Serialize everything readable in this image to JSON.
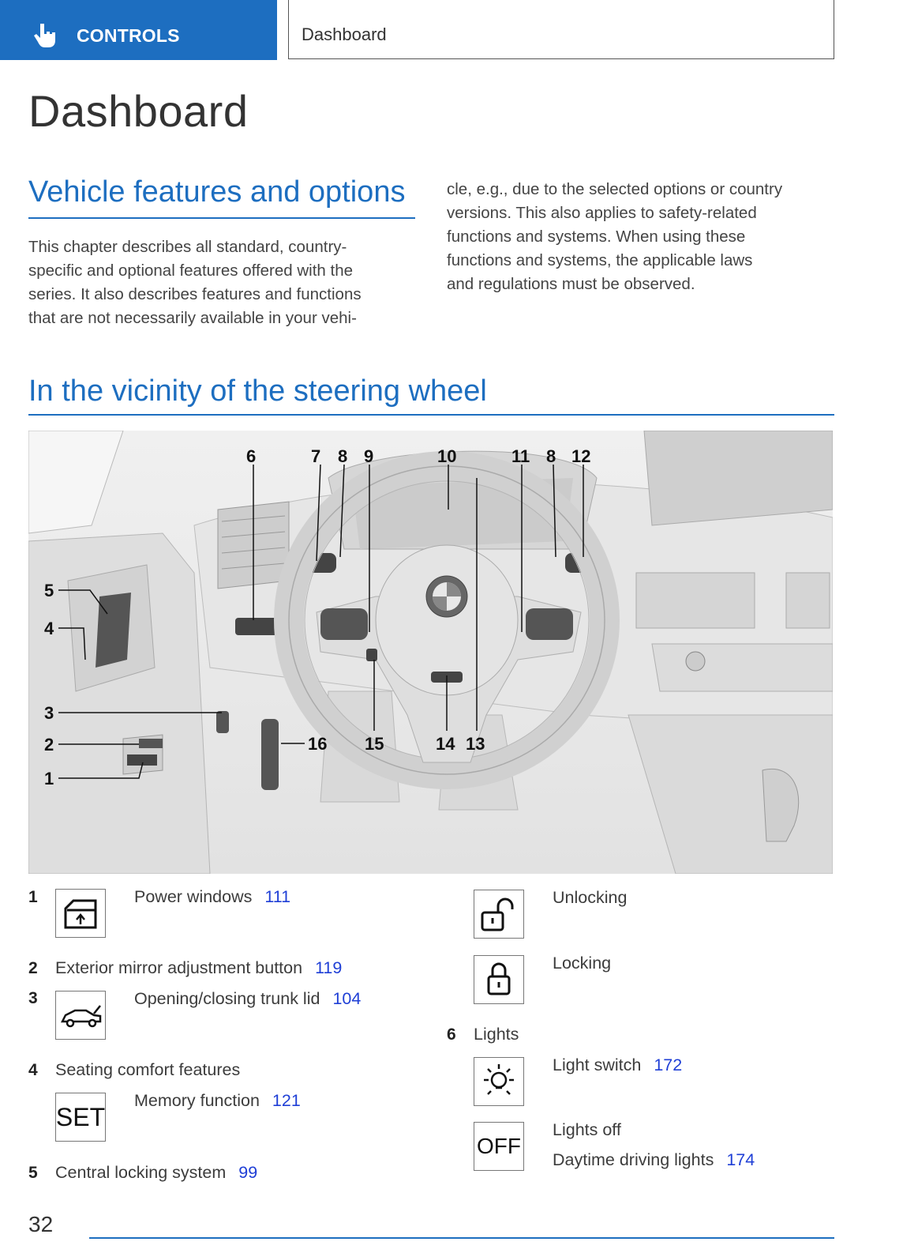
{
  "header": {
    "section_label": "CONTROLS",
    "breadcrumb": "Dashboard"
  },
  "page_title": "Dashboard",
  "features": {
    "heading": "Vehicle features and options",
    "lines": [
      "This chapter describes all standard, country-",
      "specific and optional features offered with the",
      "series. It also describes features and functions",
      "that are not necessarily available in your vehi-",
      "cle, e.g., due to the selected options or country",
      "versions. This also applies to safety-related",
      "functions and systems. When using these",
      "functions and systems, the applicable laws",
      "and regulations must be observed."
    ]
  },
  "steering": {
    "heading": "In the vicinity of the steering wheel"
  },
  "figure": {
    "callouts": [
      "6",
      "7",
      "8",
      "9",
      "10",
      "11",
      "8",
      "12",
      "5",
      "4",
      "3",
      "2",
      "1",
      "16",
      "15",
      "14",
      "13"
    ]
  },
  "legend": {
    "left": [
      {
        "number": "1",
        "label": "Power windows",
        "page": "111",
        "icon": "power-window-icon"
      },
      {
        "number": "2",
        "label": "Exterior mirror adjustment button",
        "page": "119"
      },
      {
        "number": "3",
        "label": "Opening/closing trunk lid",
        "page": "104",
        "icon": "trunk-lid-icon"
      },
      {
        "number": "4",
        "label": "Seating comfort features"
      },
      {
        "label": "Memory function",
        "page": "121",
        "icon_text": "SET"
      },
      {
        "number": "5",
        "label": "Central locking system",
        "page": "99"
      }
    ],
    "right": [
      {
        "label": "Unlocking",
        "icon": "unlock-icon"
      },
      {
        "label": "Locking",
        "icon": "lock-icon"
      },
      {
        "number": "6",
        "label": "Lights"
      },
      {
        "label": "Light switch",
        "page": "172",
        "icon": "light-switch-icon"
      },
      {
        "label": "Lights off",
        "icon_text": "OFF"
      },
      {
        "label": "Daytime driving lights",
        "page": "174"
      }
    ]
  },
  "footer": {
    "page_number": "32"
  },
  "colors": {
    "brand_blue": "#1d6ec0",
    "link_blue": "#1f3fd6"
  }
}
